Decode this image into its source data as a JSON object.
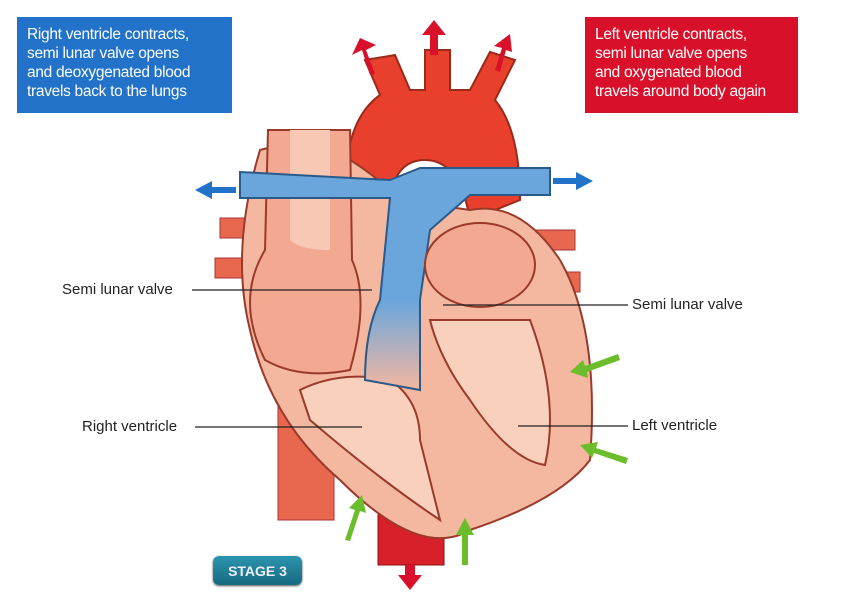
{
  "info_boxes": {
    "right": {
      "lines": [
        "Right ventricle contracts,",
        "semi lunar valve opens",
        "and deoxygenated blood",
        "travels back to the lungs"
      ],
      "color": "#2172c8"
    },
    "left": {
      "lines": [
        "Left ventricle contracts,",
        "semi lunar valve opens",
        "and oxygenated blood",
        "travels around body again"
      ],
      "color": "#d8102a"
    }
  },
  "labels": {
    "semi_lunar_left": "Semi lunar valve",
    "semi_lunar_right": "Semi lunar valve",
    "right_ventricle": "Right ventricle",
    "left_ventricle": "Left ventricle"
  },
  "stage_badge": "STAGE 3",
  "colors": {
    "oxygenated": "#e8402c",
    "deoxygenated": "#4a8fd4",
    "muscle": "#f4b7a0",
    "arrow_green": "#6cbd2c",
    "arrow_red": "#d8102a",
    "arrow_blue": "#2172c8"
  }
}
